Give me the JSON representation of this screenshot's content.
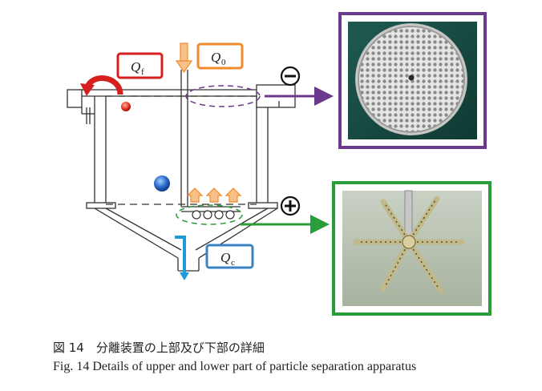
{
  "labels": {
    "qf_main": "Q",
    "qf_sub": "f",
    "q0_main": "Q",
    "q0_sub": "0",
    "qc_main": "Q",
    "qc_sub": "c",
    "minus_symbol": "−",
    "plus_symbol": "+"
  },
  "caption": {
    "jp": "図 14　分離装置の上部及び下部の詳細",
    "en": "Fig. 14  Details of upper and lower part of particle separation apparatus"
  },
  "colors": {
    "purple": "#6b3a8c",
    "green": "#2a9c3a",
    "orange": "#f08a2a",
    "red": "#d62020",
    "blue": "#1e9ad6",
    "qc_box": "#3b82c4"
  }
}
